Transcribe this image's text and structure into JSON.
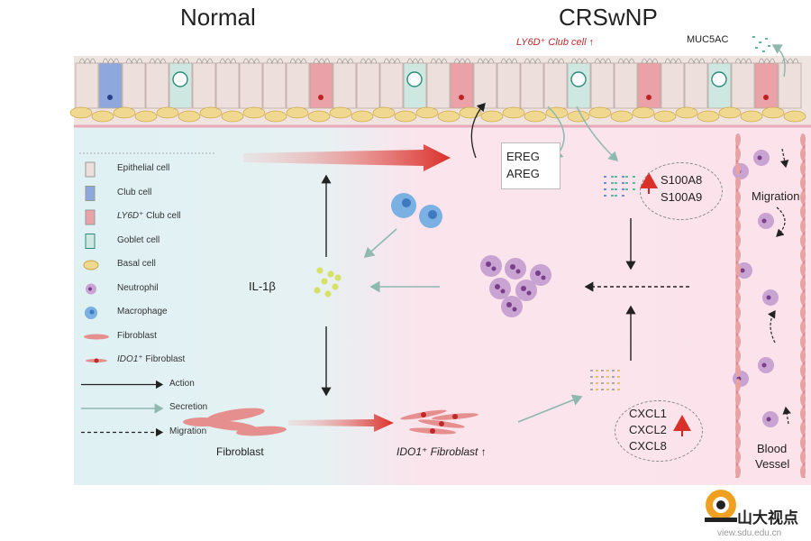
{
  "titles": {
    "left": "Normal",
    "right": "CRSwNP"
  },
  "top_labels": {
    "ly6d_club": "LY6D⁺ Club cell ↑",
    "muc5ac": "MUC5AC"
  },
  "legend": [
    {
      "label": "Epithelial cell",
      "icon": "epithelial-cell-icon",
      "italic_prefix": ""
    },
    {
      "label": "Club cell",
      "icon": "club-cell-icon",
      "italic_prefix": ""
    },
    {
      "label": "Club cell",
      "icon": "ly6d-club-cell-icon",
      "italic_prefix": "LY6D⁺"
    },
    {
      "label": "Goblet cell",
      "icon": "goblet-cell-icon",
      "italic_prefix": ""
    },
    {
      "label": "Basal cell",
      "icon": "basal-cell-icon",
      "italic_prefix": ""
    },
    {
      "label": "Neutrophil",
      "icon": "neutrophil-icon",
      "italic_prefix": ""
    },
    {
      "label": "Macrophage",
      "icon": "macrophage-icon",
      "italic_prefix": ""
    },
    {
      "label": "Fibroblast",
      "icon": "fibroblast-icon",
      "italic_prefix": ""
    },
    {
      "label": "Fibroblast",
      "icon": "ido1-fibroblast-icon",
      "italic_prefix": "IDO1⁺"
    },
    {
      "label": "Action",
      "icon": "action-arrow-icon",
      "italic_prefix": ""
    },
    {
      "label": "Secretion",
      "icon": "secretion-arrow-icon",
      "italic_prefix": ""
    },
    {
      "label": "Migration",
      "icon": "migration-arrow-icon",
      "italic_prefix": ""
    }
  ],
  "labels": {
    "il1b": "IL-1β",
    "fibroblast": "Fibroblast",
    "ido1_fibroblast": "IDO1⁺ Fibroblast ↑",
    "ereg": "EREG",
    "areg": "AREG",
    "s100a8": "S100A8",
    "s100a9": "S100A9",
    "cxcl1": "CXCL1",
    "cxcl2": "CXCL2",
    "cxcl8": "CXCL8",
    "migration": "Migration",
    "blood_vessel_1": "Blood",
    "blood_vessel_2": "Vessel"
  },
  "watermark": {
    "name": "山大视点",
    "url": "view.sdu.edu.cn"
  },
  "colors": {
    "normal_bg": "#e3f3f4",
    "crs_bg": "#fbe4ec",
    "basal": "#f0d890",
    "red_arrow": "#d9302a",
    "secretion": "#8fb8ae",
    "neutrophil": "#c9a3d2",
    "macrophage": "#6aa4dc",
    "vessel": "#d98a8a"
  }
}
